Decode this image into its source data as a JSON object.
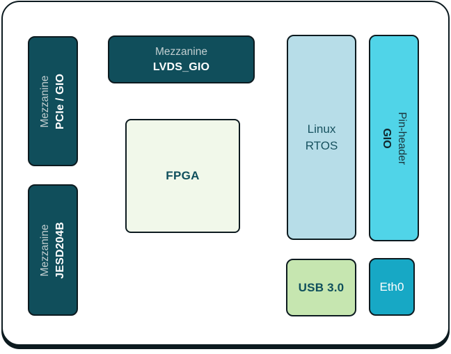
{
  "diagram": {
    "type": "hardware-block-diagram",
    "blocks": {
      "mezzanine_pcie": {
        "line1": "Mezzanine",
        "line2": "PCIe / GIO"
      },
      "mezzanine_jesd204b": {
        "line1": "Mezzanine",
        "line2": "JESD204B"
      },
      "mezzanine_lvds_gio": {
        "line1": "Mezzanine",
        "line2": "LVDS_GIO"
      },
      "fpga": {
        "label": "FPGA"
      },
      "linux_rtos": {
        "line1": "Linux",
        "line2": "RTOS"
      },
      "pin_header_gio": {
        "line1": "Pin-header",
        "line2": "GIO"
      },
      "usb3": {
        "label": "USB 3.0"
      },
      "eth0": {
        "label": "Eth0"
      }
    },
    "palette": {
      "dark_teal": "#104E5B",
      "pale_green": "#F1F8EA",
      "light_blue": "#B7DDE8",
      "cyan": "#50D4E8",
      "teal": "#17A8C5",
      "light_green": "#C6E6B0",
      "outline": "#0C1A1F",
      "muted_text": "#C2CFD1"
    }
  }
}
